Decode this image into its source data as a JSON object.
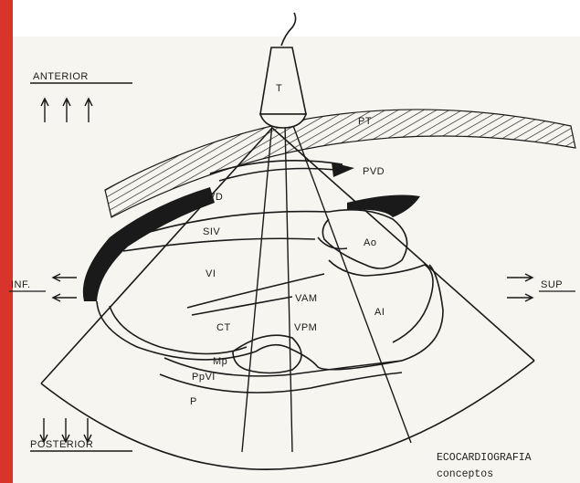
{
  "labels": {
    "transducer": "T",
    "thoracic_wall": "PT",
    "anterior": "ANTERIOR",
    "posterior": "POSTERIOR",
    "inferior": "INF.",
    "superior": "SUP",
    "pvd": "PVD",
    "vd": "VD",
    "siv": "SIV",
    "ao": "Ao",
    "vi": "VI",
    "vam": "VAM",
    "ai": "AI",
    "ct": "CT",
    "vpm": "VPM",
    "mp": "Mp",
    "ppvi": "PpVI",
    "p": "P"
  },
  "caption": {
    "line1": "ECOCARDIOGRAFIA",
    "line2": "conceptos"
  },
  "colors": {
    "left_edge": "#d9342b",
    "top_band": "#ffffff",
    "ink": "#1a1a1a",
    "paper": "#f7f5ef"
  }
}
